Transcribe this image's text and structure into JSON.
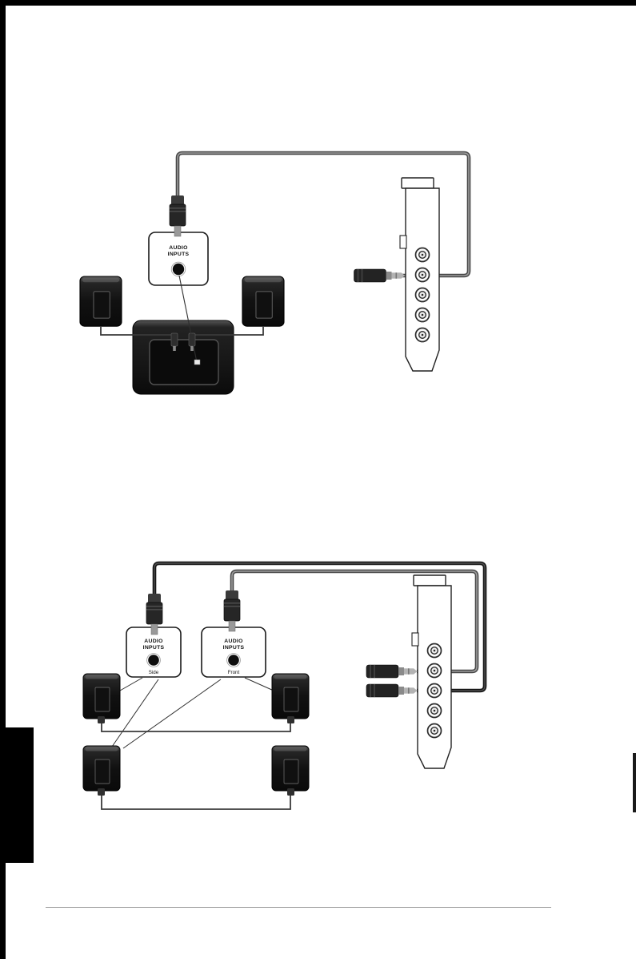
{
  "colors": {
    "page_background": "#ffffff",
    "page_border": "#000000",
    "cable_gray": "#474747",
    "cable_black": "#141414",
    "cable_highlight": "#9c9c9c",
    "speaker_dark": "#101010",
    "thin_line": "#2f2f2f",
    "footer_rule": "#9a9a9a"
  },
  "top_diagram": {
    "audio_inputs_box": {
      "line1": "AUDIO",
      "line2": "INPUTS"
    }
  },
  "bottom_diagram": {
    "side_box": {
      "line1": "AUDIO",
      "line2": "INPUTS",
      "label": "Side"
    },
    "front_box": {
      "line1": "AUDIO",
      "line2": "INPUTS",
      "label": "Front"
    }
  },
  "icons": {
    "speaker": "satellite-speaker",
    "subwoofer": "subwoofer",
    "sound_card": "pci-sound-card-bracket",
    "plug": "stereo-mini-plug",
    "jack": "audio-jack-port"
  }
}
